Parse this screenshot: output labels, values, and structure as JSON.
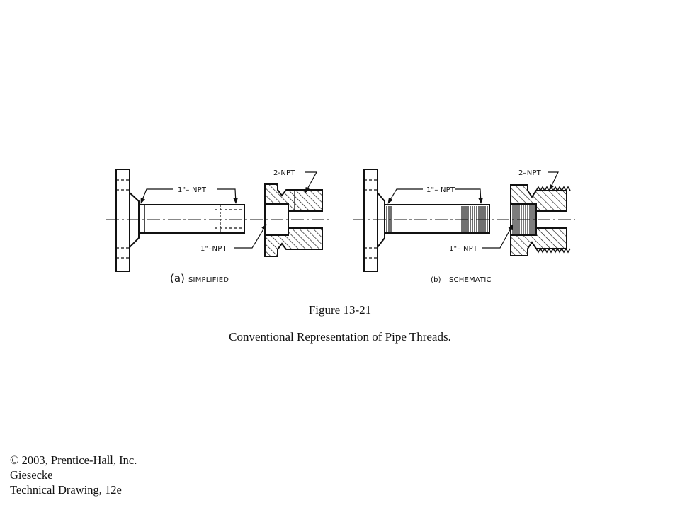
{
  "panels": {
    "a": {
      "letter": "(a)",
      "caption": "SIMPLIFIED",
      "pipe_callout": "1\"– NPT",
      "fitting_callout_top": "2-NPT",
      "fitting_callout_bottom": "1\"–NPT"
    },
    "b": {
      "letter": "(b)",
      "caption": "SCHEMATIC",
      "pipe_callout": "1\"– NPT",
      "fitting_callout_top": "2–NPT",
      "fitting_callout_bottom": "1\"– NPT"
    }
  },
  "figure": {
    "number": "Figure 13-21",
    "caption": "Conventional Representation of Pipe Threads."
  },
  "credits": {
    "copyright": "© 2003, Prentice-Hall, Inc.",
    "author": "Giesecke",
    "book": "Technical Drawing, 12e"
  }
}
